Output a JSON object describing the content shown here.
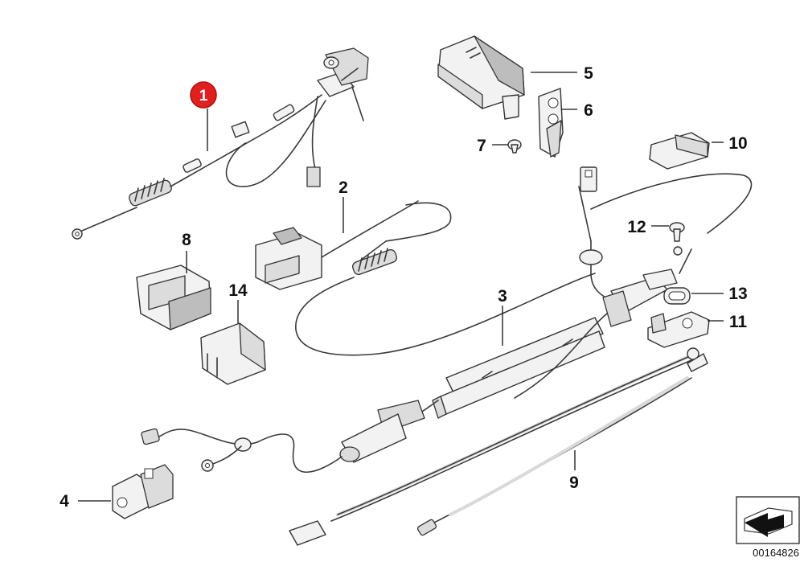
{
  "callouts": {
    "c1": "1",
    "c2": "2",
    "c3": "3",
    "c4": "4",
    "c5": "5",
    "c6": "6",
    "c7": "7",
    "c8": "8",
    "c9": "9",
    "c10": "10",
    "c11": "11",
    "c12": "12",
    "c13": "13",
    "c14": "14"
  },
  "highlight": {
    "callout_color": "#e02020"
  },
  "reference_number": "00164826",
  "icons": {
    "nav": "arrow-direction-icon"
  }
}
